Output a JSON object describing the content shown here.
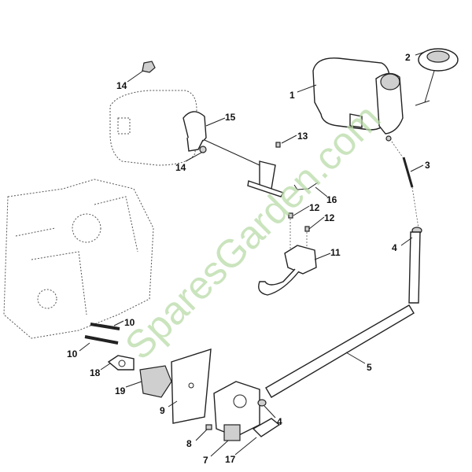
{
  "watermark": "SparesGarden.com",
  "callouts": {
    "c1": "1",
    "c2": "2",
    "c3": "3",
    "c4a": "4",
    "c4b": "4",
    "c5": "5",
    "c7": "7",
    "c8": "8",
    "c9": "9",
    "c10a": "10",
    "c10b": "10",
    "c11": "11",
    "c12a": "12",
    "c12b": "12",
    "c13": "13",
    "c14a": "14",
    "c14b": "14",
    "c15": "15",
    "c16": "16",
    "c17": "17",
    "c18": "18",
    "c19": "19"
  },
  "colors": {
    "watermark": "#b9dba8",
    "ink": "#222222"
  }
}
